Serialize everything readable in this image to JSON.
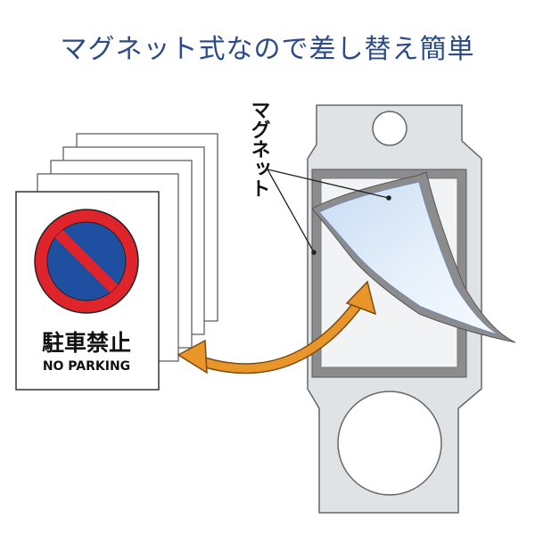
{
  "headline": "マグネット式なので差し替え簡単",
  "magnet_label": "マグネット",
  "sign": {
    "title": "駐車禁止",
    "subtitle": "NO PARKING"
  },
  "colors": {
    "headline": "#2a4a8a",
    "arrow": "#e8962a",
    "holder_panel": "#dfe3e6",
    "holder_frame": "#8c8c8c",
    "sign_ring": "#e0242c",
    "sign_disc": "#1f4fa0",
    "sign_outline": "#333333",
    "film": "#cfe0f4"
  },
  "icons": [
    "no-parking-icon",
    "double-arrow-icon",
    "magnet-sheet-icon"
  ]
}
